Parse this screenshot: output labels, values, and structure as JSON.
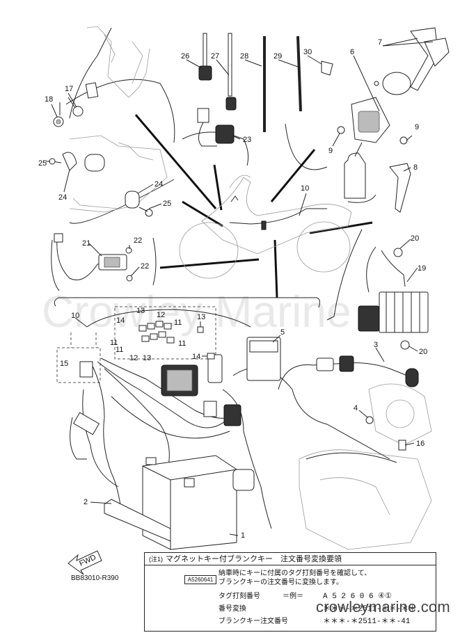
{
  "watermark": "Crowley Marine",
  "site_watermark": "crowleymarine.com",
  "reference_code": "BB83010-R390",
  "fwd_label": "FWD",
  "callouts": {
    "c1": "1",
    "c2": "2",
    "c3": "3",
    "c4": "4",
    "c5": "5",
    "c6": "6",
    "c7": "7",
    "c8": "8",
    "c9a": "9",
    "c9b": "9",
    "c10a": "10",
    "c10b": "10",
    "c11a": "11",
    "c11b": "11",
    "c11c": "11",
    "c11d": "11",
    "c12a": "12",
    "c12b": "12",
    "c13a": "13",
    "c13b": "13",
    "c13c": "13",
    "c14a": "14",
    "c14b": "14",
    "c15": "15",
    "c16": "16",
    "c17": "17",
    "c18": "18",
    "c19": "19",
    "c20a": "20",
    "c20b": "20",
    "c21": "21",
    "c22a": "22",
    "c22b": "22",
    "c23": "23",
    "c24a": "24",
    "c24b": "24",
    "c25a": "25",
    "c25b": "25",
    "c26": "26",
    "c27": "27",
    "c28": "28",
    "c29": "29",
    "c30": "30"
  },
  "note": {
    "tag": "(注1)",
    "title": "マグネットキー付ブランクキー　注文番号変換要領",
    "line1": "納車時にキーに付属のタグ打刻番号を確認して、",
    "line2": "ブランクキーの注文番号に変換します。",
    "key_tag": "A5260641",
    "rows": [
      {
        "label": "タグ打刻番号",
        "eq": "＝例＝",
        "value": "A 5 2 6 0 6 ④①"
      },
      {
        "label": "番号変換",
        "eq": "",
        "value": "＊＊＊-＊2511-＊＊-＊＊"
      },
      {
        "label": "ブランクキー注文番号",
        "eq": "",
        "value": "＊＊＊-＊2511-＊＊-41"
      }
    ]
  }
}
